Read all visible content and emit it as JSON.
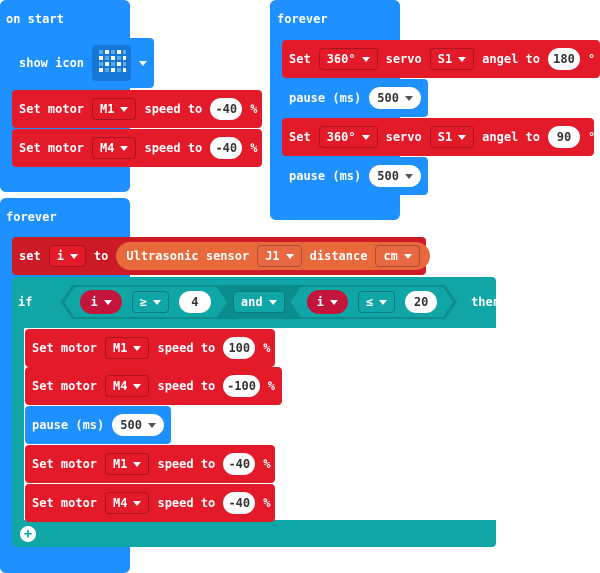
{
  "on_start": {
    "label": "on start",
    "show_icon": {
      "label": "show icon"
    },
    "motors": [
      {
        "set": "Set motor",
        "motor": "M1",
        "speed_label": "speed to",
        "speed": "-40",
        "unit": "%"
      },
      {
        "set": "Set motor",
        "motor": "M4",
        "speed_label": "speed to",
        "speed": "-40",
        "unit": "%"
      }
    ]
  },
  "forever_top": {
    "label": "forever",
    "servo1": {
      "set": "Set",
      "mode": "360°",
      "servo": "servo",
      "port": "S1",
      "angel": "angel to",
      "value": "180",
      "unit": "°"
    },
    "pause1": {
      "label": "pause (ms)",
      "value": "500"
    },
    "servo2": {
      "set": "Set",
      "mode": "360°",
      "servo": "servo",
      "port": "S1",
      "angel": "angel to",
      "value": "90",
      "unit": "°"
    },
    "pause2": {
      "label": "pause (ms)",
      "value": "500"
    }
  },
  "forever_main": {
    "label": "forever",
    "set_var": {
      "set": "set",
      "var": "i",
      "to": "to",
      "sensor": "Ultrasonic sensor",
      "port": "J1",
      "distance": "distance",
      "unit": "cm"
    },
    "if_block": {
      "if": "if",
      "then": "then",
      "cond1": {
        "var": "i",
        "op": "≥",
        "value": "4"
      },
      "and": "and",
      "cond2": {
        "var": "i",
        "op": "≤",
        "value": "20"
      }
    },
    "body": [
      {
        "set": "Set motor",
        "motor": "M1",
        "speed_label": "speed to",
        "speed": "100",
        "unit": "%"
      },
      {
        "set": "Set motor",
        "motor": "M4",
        "speed_label": "speed to",
        "speed": "-100",
        "unit": "%"
      }
    ],
    "pause": {
      "label": "pause (ms)",
      "value": "500"
    },
    "body2": [
      {
        "set": "Set motor",
        "motor": "M1",
        "speed_label": "speed to",
        "speed": "-40",
        "unit": "%"
      },
      {
        "set": "Set motor",
        "motor": "M4",
        "speed_label": "speed to",
        "speed": "-40",
        "unit": "%"
      }
    ]
  },
  "colors": {
    "event_blue": "#1e90ff",
    "motor_red": "#e31a2a",
    "logic_teal": "#10a6a6",
    "sensor_orange": "#e8693c",
    "variable_red": "#c3153b"
  },
  "icons": [
    "led-matrix-icon",
    "plus-circle-icon"
  ]
}
